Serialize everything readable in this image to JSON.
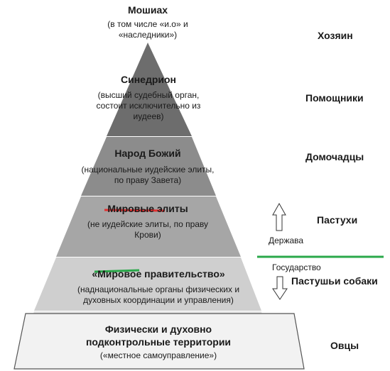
{
  "colors": {
    "tier1": "#6d6d6d",
    "tier2": "#8c8c8c",
    "tier3": "#a6a6a6",
    "tier4": "#cfcfcf",
    "tier5": "#e3e3e3",
    "tier6": "#f2f2f2",
    "strike_red": "#e03030",
    "strike_green": "#2aa84a",
    "divider_green": "#2aa84a"
  },
  "tiers": [
    {
      "title": "Мошиах",
      "subtitle": "(в том числе «и.о» и «наследники»)",
      "role": "Хозяин"
    },
    {
      "title": "Синедрион",
      "subtitle": "(высший судебный орган, состоит исключительно из иудеев)",
      "role": "Помощники"
    },
    {
      "title": "Народ Божий",
      "subtitle": "(национальные иудейские элиты, по праву Завета)",
      "role": "Домочадцы"
    },
    {
      "title": "Мировые элиты",
      "subtitle": "(не иудейские элиты, по праву Крови)",
      "role": "Пастухи"
    },
    {
      "title": "«Мировое правительство»",
      "subtitle": "(наднациональные органы физических и духовных координации и управления)",
      "role": "Пастушьи собаки"
    },
    {
      "title": "Физически и духовно подконтрольные территории",
      "subtitle": "(«местное самоуправление»)",
      "role": "Овцы"
    }
  ],
  "notes": {
    "up_label": "Держава",
    "down_label": "Государство"
  },
  "icons": {
    "up": "up-arrow-outline-icon",
    "down": "down-arrow-outline-icon"
  }
}
